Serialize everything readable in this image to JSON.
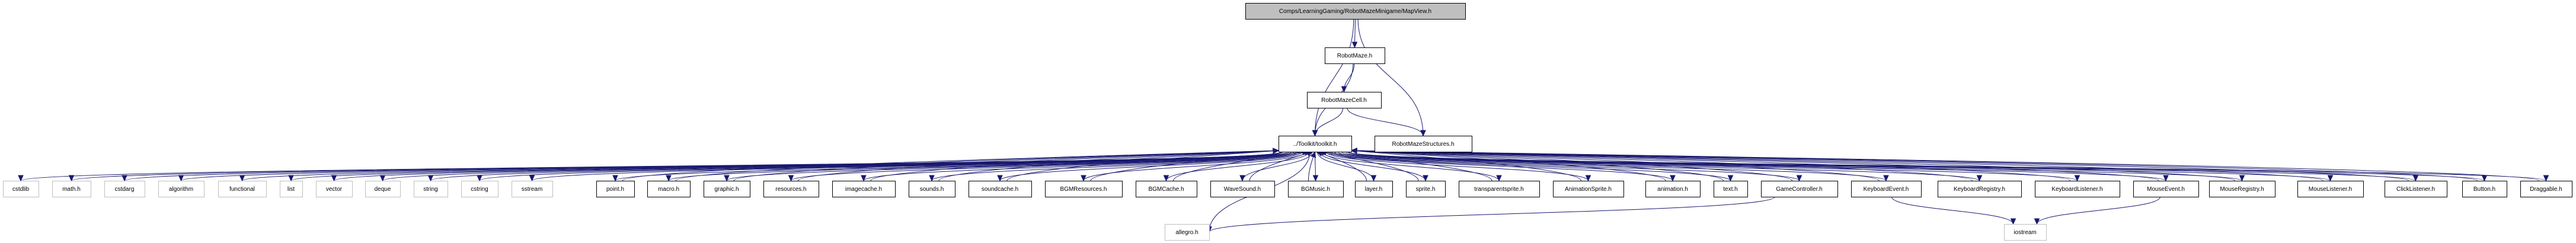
{
  "title": "Include dependency graph for MapView.h",
  "colors": {
    "edge": "#191970",
    "root_fill": "#bfbfbf",
    "project_border": "#000000",
    "external_border": "#bfbfbf"
  },
  "nodes": [
    {
      "id": "root",
      "label": "Comps/LearningGaming/RobotMazeMinigame/MapView.h",
      "kind": "root"
    },
    {
      "id": "robotmaze",
      "label": "RobotMaze.h",
      "kind": "proj"
    },
    {
      "id": "robotmazecell",
      "label": "RobotMazeCell.h",
      "kind": "proj"
    },
    {
      "id": "toolkit",
      "label": "../Toolkit/toolkit.h",
      "kind": "proj"
    },
    {
      "id": "structures",
      "label": "RobotMazeStructures.h",
      "kind": "proj"
    },
    {
      "id": "cstdlib",
      "label": "cstdlib",
      "kind": "ext"
    },
    {
      "id": "math",
      "label": "math.h",
      "kind": "ext"
    },
    {
      "id": "cstdarg",
      "label": "cstdarg",
      "kind": "ext"
    },
    {
      "id": "algorithm",
      "label": "algorithm",
      "kind": "ext"
    },
    {
      "id": "functional",
      "label": "functional",
      "kind": "ext"
    },
    {
      "id": "list",
      "label": "list",
      "kind": "ext"
    },
    {
      "id": "vector",
      "label": "vector",
      "kind": "ext"
    },
    {
      "id": "deque",
      "label": "deque",
      "kind": "ext"
    },
    {
      "id": "string",
      "label": "string",
      "kind": "ext"
    },
    {
      "id": "cstring",
      "label": "cstring",
      "kind": "ext"
    },
    {
      "id": "sstream",
      "label": "sstream",
      "kind": "ext"
    },
    {
      "id": "point",
      "label": "point.h",
      "kind": "proj"
    },
    {
      "id": "macro",
      "label": "macro.h",
      "kind": "proj"
    },
    {
      "id": "graphic",
      "label": "graphic.h",
      "kind": "proj"
    },
    {
      "id": "resources",
      "label": "resources.h",
      "kind": "proj"
    },
    {
      "id": "imagecache",
      "label": "imagecache.h",
      "kind": "proj"
    },
    {
      "id": "sounds",
      "label": "sounds.h",
      "kind": "proj"
    },
    {
      "id": "soundcache",
      "label": "soundcache.h",
      "kind": "proj"
    },
    {
      "id": "bgmresources",
      "label": "BGMResources.h",
      "kind": "proj"
    },
    {
      "id": "bgmcache",
      "label": "BGMCache.h",
      "kind": "proj"
    },
    {
      "id": "wavesound",
      "label": "WaveSound.h",
      "kind": "proj"
    },
    {
      "id": "bgmusic",
      "label": "BGMusic.h",
      "kind": "proj"
    },
    {
      "id": "layer",
      "label": "layer.h",
      "kind": "proj"
    },
    {
      "id": "sprite",
      "label": "sprite.h",
      "kind": "proj"
    },
    {
      "id": "transparentsprite",
      "label": "transparentsprite.h",
      "kind": "proj"
    },
    {
      "id": "animationsprite",
      "label": "AnimationSprite.h",
      "kind": "proj"
    },
    {
      "id": "animation",
      "label": "animation.h",
      "kind": "proj"
    },
    {
      "id": "text",
      "label": "text.h",
      "kind": "proj"
    },
    {
      "id": "gamecontroller",
      "label": "GameController.h",
      "kind": "proj"
    },
    {
      "id": "keyboardevent",
      "label": "KeyboardEvent.h",
      "kind": "proj"
    },
    {
      "id": "keyboardregistry",
      "label": "KeyboardRegistry.h",
      "kind": "proj"
    },
    {
      "id": "keyboardlistener",
      "label": "KeyboardListener.h",
      "kind": "proj"
    },
    {
      "id": "mouseevent",
      "label": "MouseEvent.h",
      "kind": "proj"
    },
    {
      "id": "mouseregistry",
      "label": "MouseRegistry.h",
      "kind": "proj"
    },
    {
      "id": "mouselistener",
      "label": "MouseListener.h",
      "kind": "proj"
    },
    {
      "id": "clicklistener",
      "label": "ClickListener.h",
      "kind": "proj"
    },
    {
      "id": "button",
      "label": "Button.h",
      "kind": "proj"
    },
    {
      "id": "draggable",
      "label": "Draggable.h",
      "kind": "proj"
    },
    {
      "id": "allegro",
      "label": "allegro.h",
      "kind": "ext"
    },
    {
      "id": "iostream",
      "label": "iostream",
      "kind": "ext"
    }
  ],
  "edges": [
    [
      "root",
      "robotmaze"
    ],
    [
      "root",
      "toolkit"
    ],
    [
      "root",
      "structures"
    ],
    [
      "robotmaze",
      "robotmazecell"
    ],
    [
      "robotmaze",
      "toolkit"
    ],
    [
      "robotmazecell",
      "toolkit"
    ],
    [
      "robotmazecell",
      "structures"
    ],
    [
      "toolkit",
      "cstdlib"
    ],
    [
      "toolkit",
      "math"
    ],
    [
      "toolkit",
      "cstdarg"
    ],
    [
      "toolkit",
      "algorithm"
    ],
    [
      "toolkit",
      "functional"
    ],
    [
      "toolkit",
      "list"
    ],
    [
      "toolkit",
      "vector"
    ],
    [
      "toolkit",
      "deque"
    ],
    [
      "toolkit",
      "string"
    ],
    [
      "toolkit",
      "cstring"
    ],
    [
      "toolkit",
      "sstream"
    ],
    [
      "toolkit",
      "allegro"
    ],
    [
      "toolkit",
      "point"
    ],
    [
      "toolkit",
      "macro"
    ],
    [
      "toolkit",
      "graphic"
    ],
    [
      "toolkit",
      "resources"
    ],
    [
      "toolkit",
      "imagecache"
    ],
    [
      "toolkit",
      "sounds"
    ],
    [
      "toolkit",
      "soundcache"
    ],
    [
      "toolkit",
      "bgmresources"
    ],
    [
      "toolkit",
      "bgmcache"
    ],
    [
      "toolkit",
      "wavesound"
    ],
    [
      "toolkit",
      "bgmusic"
    ],
    [
      "toolkit",
      "layer"
    ],
    [
      "toolkit",
      "sprite"
    ],
    [
      "toolkit",
      "transparentsprite"
    ],
    [
      "toolkit",
      "animationsprite"
    ],
    [
      "toolkit",
      "animation"
    ],
    [
      "toolkit",
      "text"
    ],
    [
      "toolkit",
      "gamecontroller"
    ],
    [
      "toolkit",
      "keyboardevent"
    ],
    [
      "toolkit",
      "keyboardregistry"
    ],
    [
      "toolkit",
      "keyboardlistener"
    ],
    [
      "toolkit",
      "mouseevent"
    ],
    [
      "toolkit",
      "mouseregistry"
    ],
    [
      "toolkit",
      "mouselistener"
    ],
    [
      "toolkit",
      "clicklistener"
    ],
    [
      "toolkit",
      "button"
    ],
    [
      "toolkit",
      "draggable"
    ],
    [
      "point",
      "toolkit"
    ],
    [
      "macro",
      "toolkit"
    ],
    [
      "graphic",
      "toolkit"
    ],
    [
      "resources",
      "toolkit"
    ],
    [
      "imagecache",
      "toolkit"
    ],
    [
      "sounds",
      "toolkit"
    ],
    [
      "soundcache",
      "toolkit"
    ],
    [
      "bgmresources",
      "toolkit"
    ],
    [
      "bgmcache",
      "toolkit"
    ],
    [
      "wavesound",
      "toolkit"
    ],
    [
      "bgmusic",
      "toolkit"
    ],
    [
      "layer",
      "toolkit"
    ],
    [
      "sprite",
      "toolkit"
    ],
    [
      "transparentsprite",
      "toolkit"
    ],
    [
      "animationsprite",
      "toolkit"
    ],
    [
      "animation",
      "toolkit"
    ],
    [
      "text",
      "toolkit"
    ],
    [
      "gamecontroller",
      "toolkit"
    ],
    [
      "keyboardevent",
      "toolkit"
    ],
    [
      "keyboardregistry",
      "toolkit"
    ],
    [
      "keyboardlistener",
      "toolkit"
    ],
    [
      "mouseevent",
      "toolkit"
    ],
    [
      "mouseregistry",
      "toolkit"
    ],
    [
      "mouselistener",
      "toolkit"
    ],
    [
      "clicklistener",
      "toolkit"
    ],
    [
      "button",
      "toolkit"
    ],
    [
      "draggable",
      "toolkit"
    ],
    [
      "gamecontroller",
      "allegro"
    ],
    [
      "keyboardevent",
      "iostream"
    ],
    [
      "mouseevent",
      "iostream"
    ]
  ]
}
